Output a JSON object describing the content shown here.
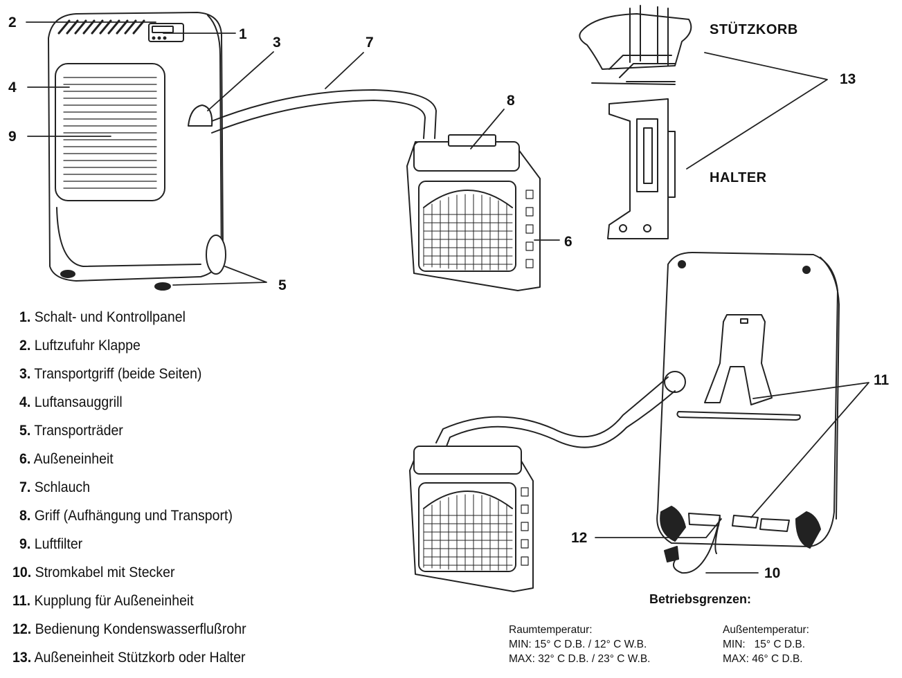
{
  "callouts": {
    "c1": "1",
    "c2": "2",
    "c3": "3",
    "c4": "4",
    "c5": "5",
    "c6": "6",
    "c7": "7",
    "c8": "8",
    "c9": "9",
    "c10": "10",
    "c11": "11",
    "c12": "12",
    "c13": "13"
  },
  "side_labels": {
    "support_basket": "STÜTZKORB",
    "holder": "HALTER"
  },
  "legend": [
    {
      "num": "1.",
      "text": " Schalt- und Kontrollpanel"
    },
    {
      "num": "2.",
      "text": " Luftzufuhr Klappe"
    },
    {
      "num": "3.",
      "text": " Transportgriff (beide Seiten)"
    },
    {
      "num": "4.",
      "text": " Luftansauggrill"
    },
    {
      "num": "5.",
      "text": " Transporträder"
    },
    {
      "num": "6.",
      "text": " Außeneinheit"
    },
    {
      "num": "7.",
      "text": " Schlauch"
    },
    {
      "num": "8.",
      "text": " Griff (Aufhängung und Transport)"
    },
    {
      "num": "9.",
      "text": " Luftfilter"
    },
    {
      "num": "10.",
      "text": " Stromkabel mit Stecker"
    },
    {
      "num": "11.",
      "text": " Kupplung für Außeneinheit"
    },
    {
      "num": "12.",
      "text": " Bedienung Kondenswasserflußrohr"
    },
    {
      "num": "13.",
      "text": " Außeneinheit Stützkorb oder Halter"
    }
  ],
  "operating_limits": {
    "title": "Betriebsgrenzen:",
    "room": {
      "heading": "Raumtemperatur:",
      "min": "MIN: 15° C D.B. / 12° C W.B.",
      "max": "MAX: 32° C D.B. / 23° C W.B."
    },
    "outside": {
      "heading": "Außentemperatur:",
      "min": "MIN:   15° C D.B.",
      "max": "MAX: 46° C D.B."
    }
  }
}
